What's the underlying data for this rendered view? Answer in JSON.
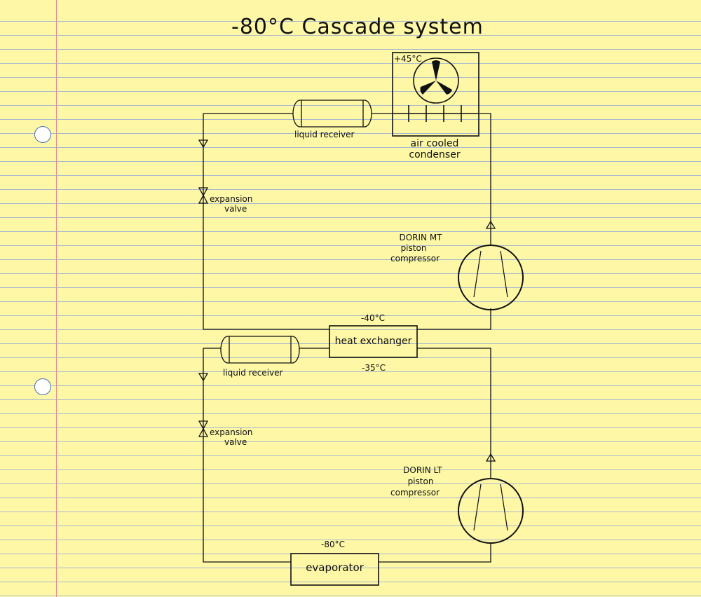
{
  "title": "-80°C Cascade system",
  "mt_circuit": {
    "condenser_temp": "+45°C",
    "condenser_label_line1": "air cooled",
    "condenser_label_line2": "condenser",
    "receiver_label": "liquid receiver",
    "expansion_label_line1": "expansion",
    "expansion_label_line2": "valve",
    "compressor_line1": "DORIN MT",
    "compressor_line2": "piston",
    "compressor_line3": "compressor"
  },
  "heat_exchanger": {
    "label": "heat exchanger",
    "temp_top": "-40°C",
    "temp_bottom": "-35°C"
  },
  "lt_circuit": {
    "receiver_label": "liquid receiver",
    "expansion_label_line1": "expansion",
    "expansion_label_line2": "valve",
    "compressor_line1": "DORIN LT",
    "compressor_line2": "piston",
    "compressor_line3": "compressor",
    "evaporator_label": "evaporator",
    "evaporator_temp": "-80°C"
  }
}
